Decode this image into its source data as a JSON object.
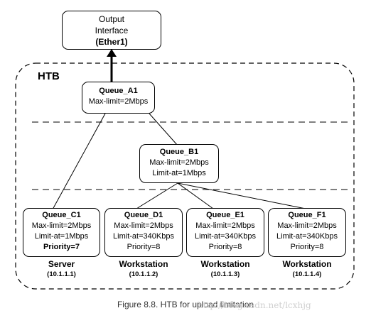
{
  "output_interface": {
    "line1": "Output",
    "line2": "Interface",
    "line3": "(Ether1)"
  },
  "htb_label": "HTB",
  "queues": {
    "a1": {
      "name": "Queue_A1",
      "lines": [
        "Max-limit=2Mbps"
      ]
    },
    "b1": {
      "name": "Queue_B1",
      "lines": [
        "Max-limit=2Mbps",
        "Limit-at=1Mbps"
      ]
    },
    "c1": {
      "name": "Queue_C1",
      "lines": [
        "Max-limit=2Mbps",
        "Limit-at=1Mbps"
      ],
      "priority": "Priority=7"
    },
    "d1": {
      "name": "Queue_D1",
      "lines": [
        "Max-limit=2Mbps",
        "Limit-at=340Kbps"
      ],
      "priority": "Priority=8"
    },
    "e1": {
      "name": "Queue_E1",
      "lines": [
        "Max-limit=2Mbps",
        "Limit-at=340Kbps"
      ],
      "priority": "Priority=8"
    },
    "f1": {
      "name": "Queue_F1",
      "lines": [
        "Max-limit=2Mbps",
        "Limit-at=340Kbps"
      ],
      "priority": "Priority=8"
    }
  },
  "hosts": {
    "c1": {
      "role": "Server",
      "ip": "(10.1.1.1)"
    },
    "d1": {
      "role": "Workstation",
      "ip": "(10.1.1.2)"
    },
    "e1": {
      "role": "Workstation",
      "ip": "(10.1.1.3)"
    },
    "f1": {
      "role": "Workstation",
      "ip": "(10.1.1.4)"
    }
  },
  "caption": "Figure 8.8. HTB for upload limitation",
  "watermark": "http://blog.csdn.net/lcxhjg",
  "colors": {
    "line": "#000000",
    "dash": "#333333",
    "background": "#ffffff"
  }
}
